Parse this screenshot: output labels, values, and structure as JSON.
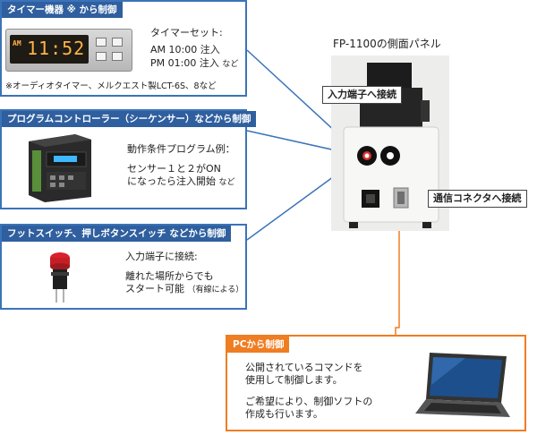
{
  "timer_panel": {
    "header": "タイマー機器 ※ から制御",
    "clock_prefix": "AM",
    "clock_display": "11:52",
    "title": "タイマーセット:",
    "line1": "AM 10:00 注入",
    "line2_main": "PM 01:00 注入",
    "line2_suffix": "など",
    "footnote": "※オーディオタイマー、メルクエスト製LCT-6S、8など"
  },
  "plc_panel": {
    "header": "プログラムコントローラー（シーケンサー）などから制御",
    "title": "動作条件プログラム例：",
    "line1": "センサー１と２がON",
    "line2_main": "になったら注入開始",
    "line2_suffix": "など"
  },
  "switch_panel": {
    "header": "フットスイッチ、押しボタンスイッチ などから制御",
    "title": "入力端子に接続:",
    "line1": "離れた場所からでも",
    "line2_main": "スタート可能",
    "line2_suffix": "（有線による）"
  },
  "pc_panel": {
    "header": "PCから制御",
    "line1": "公開されているコマンドを",
    "line2": "使用して制御します。",
    "line3": "ご希望により、制御ソフトの",
    "line4": "作成も行います。"
  },
  "device": {
    "title": "FP-1100の側面パネル",
    "input_callout": "入力端子へ接続",
    "comm_callout": "通信コネクタへ接続"
  },
  "colors": {
    "blue_border": "#3b73b9",
    "blue_header": "#2f5f9e",
    "orange": "#ef7d22",
    "connector_line": "#3b73b9"
  }
}
